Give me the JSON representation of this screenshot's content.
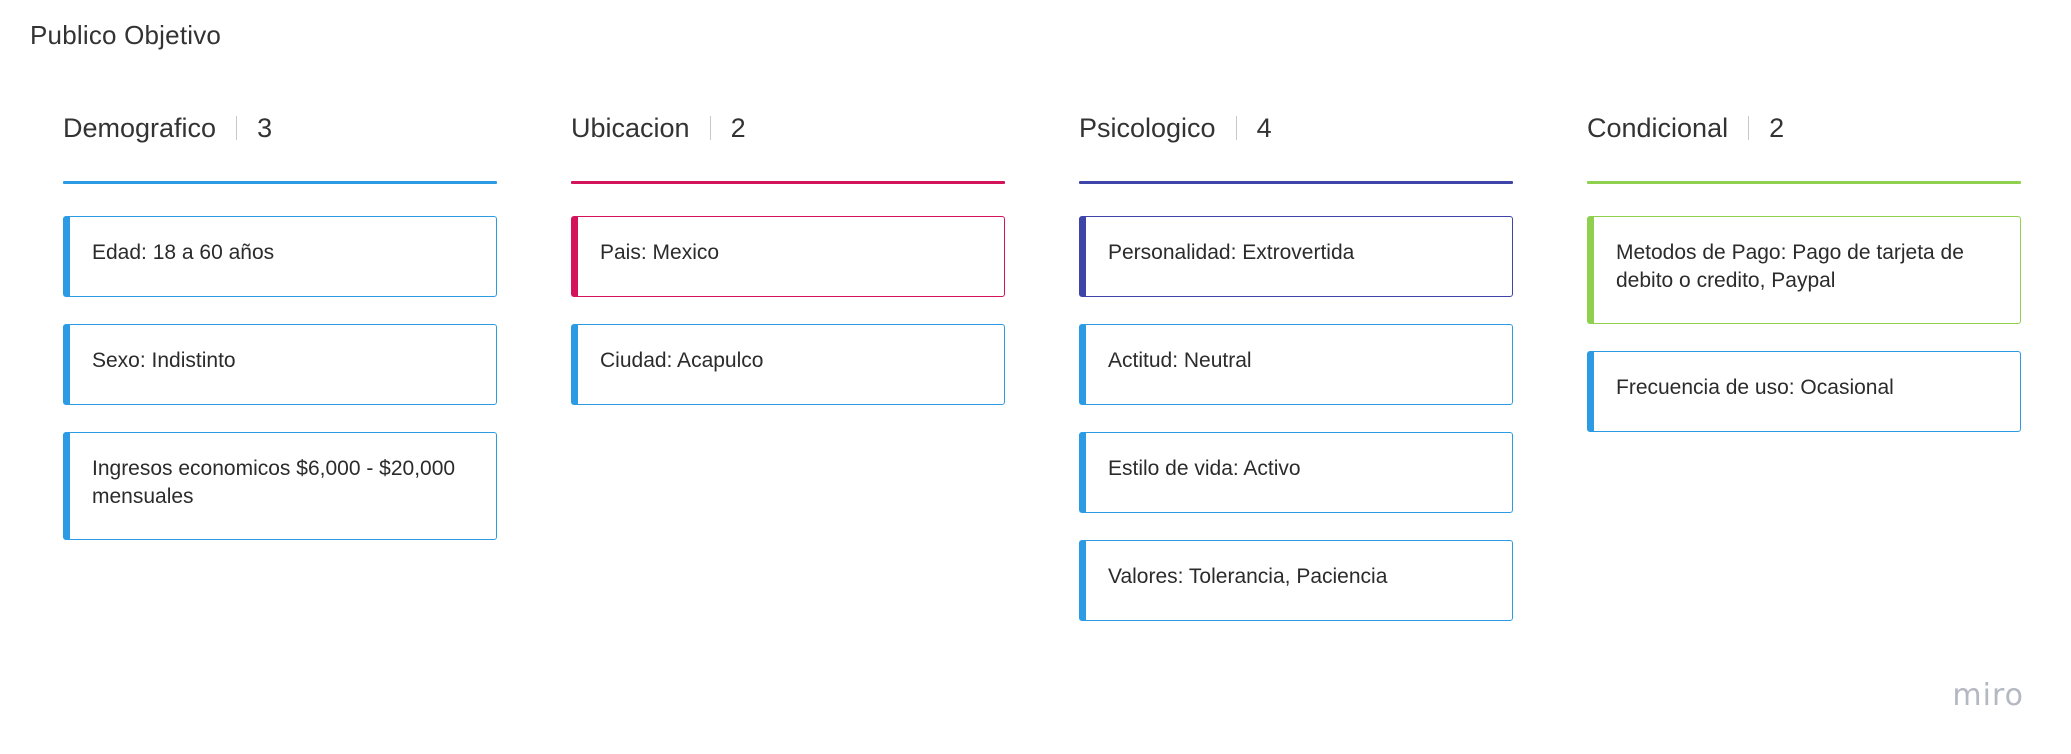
{
  "board": {
    "title": "Publico Objetivo"
  },
  "colors": {
    "blue": "#2d9be3",
    "magenta": "#d4145a",
    "indigo": "#3f45a8",
    "green": "#8fd14f"
  },
  "columns": [
    {
      "title": "Demografico",
      "count": "3",
      "color": "#2d9be3",
      "cards": [
        {
          "text": "Edad: 18 a 60 años",
          "color": "#2d9be3"
        },
        {
          "text": "Sexo: Indistinto",
          "color": "#2d9be3"
        },
        {
          "text": "Ingresos economicos $6,000 - $20,000 mensuales",
          "color": "#2d9be3"
        }
      ]
    },
    {
      "title": "Ubicacion",
      "count": "2",
      "color": "#d4145a",
      "cards": [
        {
          "text": "Pais: Mexico",
          "color": "#d4145a"
        },
        {
          "text": "Ciudad: Acapulco",
          "color": "#2d9be3"
        }
      ]
    },
    {
      "title": "Psicologico",
      "count": "4",
      "color": "#3f45a8",
      "cards": [
        {
          "text": "Personalidad: Extrovertida",
          "color": "#3f45a8"
        },
        {
          "text": "Actitud: Neutral",
          "color": "#2d9be3"
        },
        {
          "text": "Estilo de vida: Activo",
          "color": "#2d9be3"
        },
        {
          "text": "Valores: Tolerancia, Paciencia",
          "color": "#2d9be3"
        }
      ]
    },
    {
      "title": "Condicional",
      "count": "2",
      "color": "#8fd14f",
      "cards": [
        {
          "text": "Metodos de Pago: Pago de tarjeta de debito o credito, Paypal",
          "color": "#8fd14f"
        },
        {
          "text": "Frecuencia de uso: Ocasional",
          "color": "#2d9be3"
        }
      ]
    }
  ],
  "branding": {
    "logo_text": "miro"
  }
}
